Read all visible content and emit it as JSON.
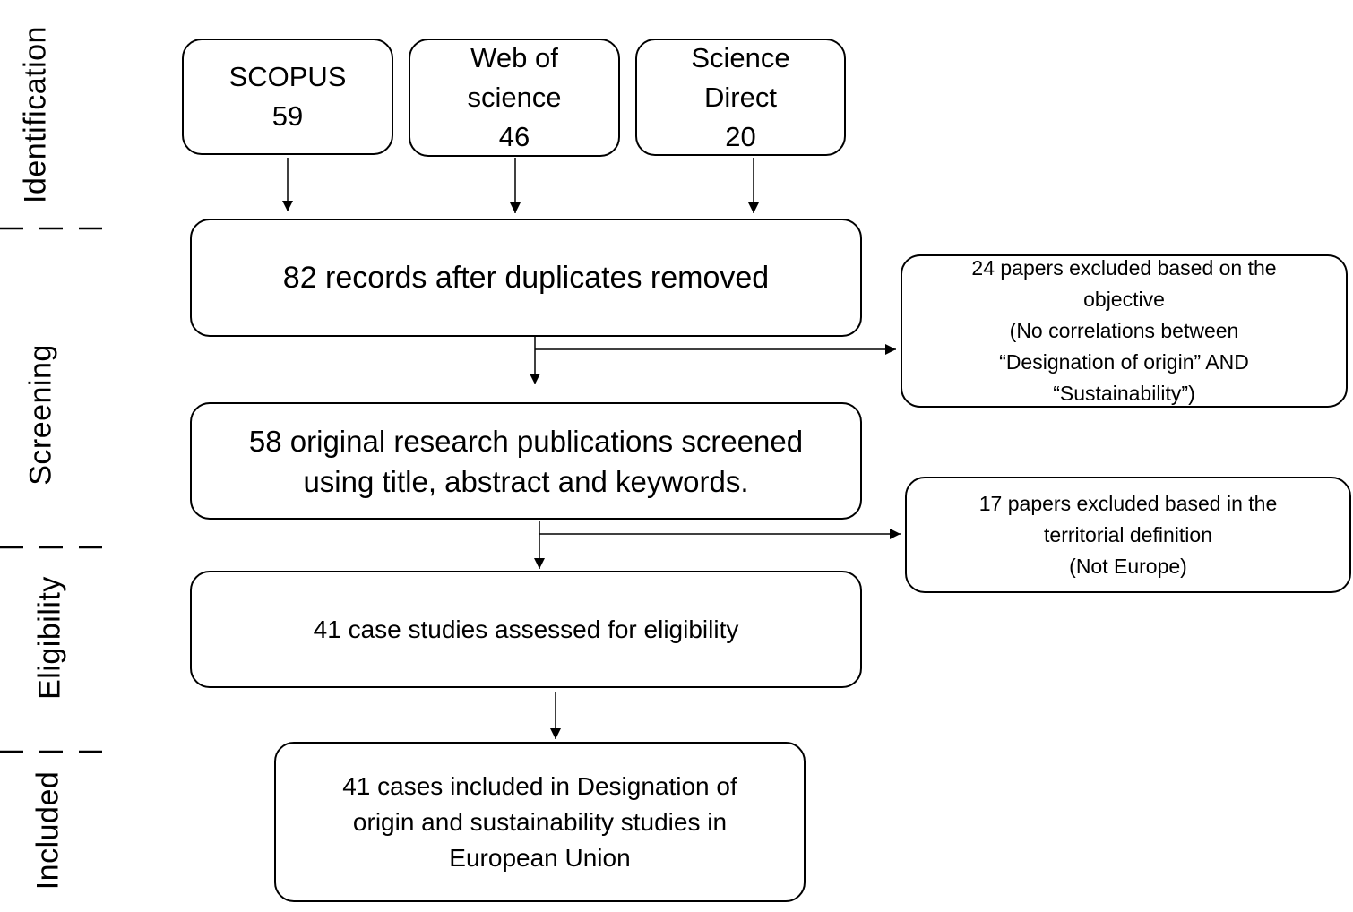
{
  "phases": {
    "identification": "Identification",
    "screening": "Screening",
    "eligibility": "Eligibility",
    "included": "Included"
  },
  "sources": {
    "scopus": "SCOPUS\n59",
    "web_of_science": "Web of\nscience\n46",
    "science_direct": "Science\nDirect\n20"
  },
  "steps": {
    "after_duplicates": "82 records after duplicates removed",
    "screened": "58 original research publications screened\nusing title, abstract and keywords.",
    "eligibility": "41 case studies assessed for eligibility",
    "included": "41 cases included in Designation of\norigin and sustainability studies in\nEuropean Union"
  },
  "exclusions": {
    "objective": "24 papers excluded based on the\nobjective\n(No correlations between\n“Designation of origin” AND\n“Sustainability”)",
    "territorial": "17 papers excluded based in the\nterritorial definition\n(Not Europe)"
  }
}
